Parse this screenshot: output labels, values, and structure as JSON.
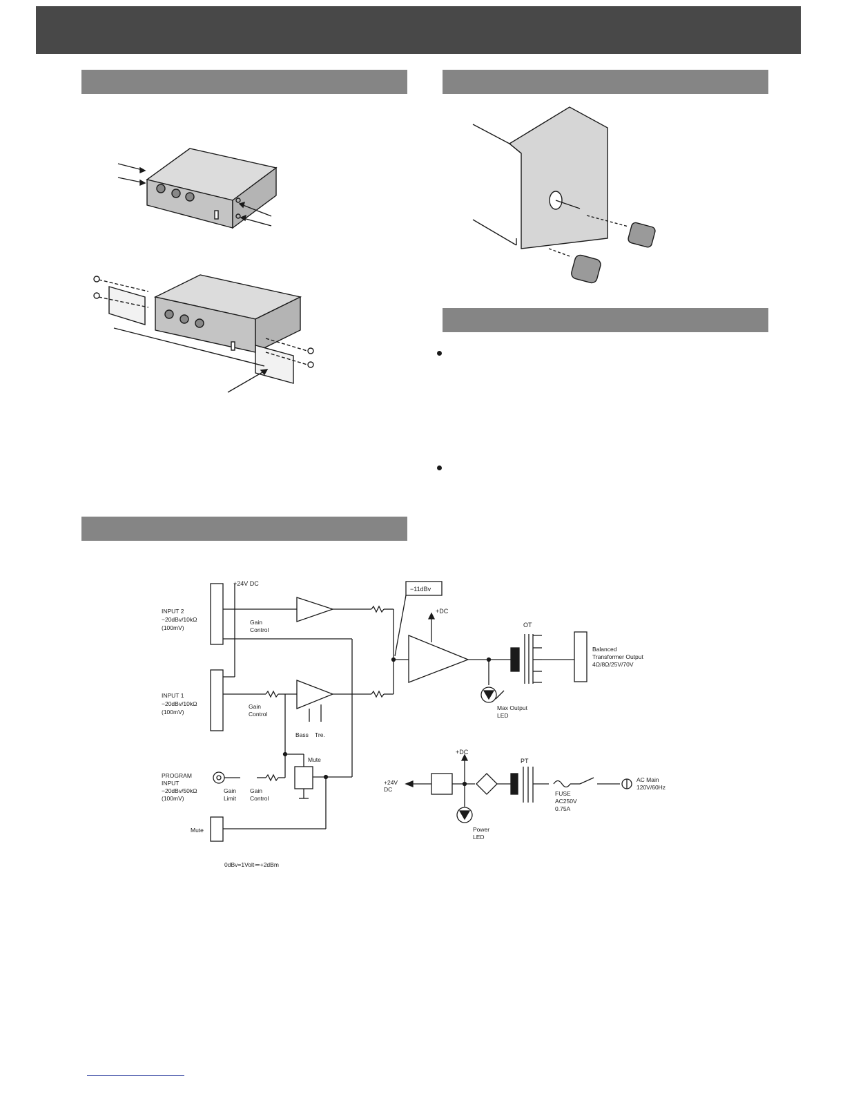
{
  "block_diagram": {
    "supply_24v_dc": "+24V DC",
    "input2": {
      "name": "INPUT 2",
      "spec": "−20dBv/10kΩ",
      "level": "(100mV)",
      "control": [
        "Gain",
        "Control"
      ]
    },
    "input1": {
      "name": "INPUT 1",
      "spec": "−20dBv/10kΩ",
      "level": "(100mV)",
      "control": [
        "Gain",
        "Control"
      ]
    },
    "tone_controls": {
      "bass": "Bass",
      "treble": "Tre."
    },
    "program_input": {
      "name": [
        "PROGRAM",
        "INPUT"
      ],
      "spec": "−20dBv/50kΩ",
      "level": "(100mV)",
      "gain_limit": [
        "Gain",
        "Limit"
      ],
      "gain_control": [
        "Gain",
        "Control"
      ]
    },
    "mute_block": "Mute",
    "mute_input": "Mute",
    "mix_level": "−11dBv",
    "plus_dc": "+DC",
    "output_transformer": "OT",
    "balanced_output": [
      "Balanced",
      "Transformer Output",
      "4Ω/8Ω/25V/70V"
    ],
    "max_output_led": [
      "Max Output",
      "LED"
    ],
    "power_section": {
      "plus_dc": "+DC",
      "power_transformer": "PT",
      "output_24v": [
        "+24V",
        "DC"
      ],
      "fuse": [
        "FUSE",
        "AC250V",
        "0.75A"
      ],
      "ac_main": [
        "AC Main",
        "120V/60Hz"
      ],
      "power_led": [
        "Power",
        "LED"
      ]
    },
    "reference_note": "0dBv=1Volt≔+2dBm"
  },
  "colors": {
    "banner": "#484848",
    "section_bar": "#858585",
    "ink": "#1a1a1a",
    "footer_rule": "#3040a0"
  }
}
